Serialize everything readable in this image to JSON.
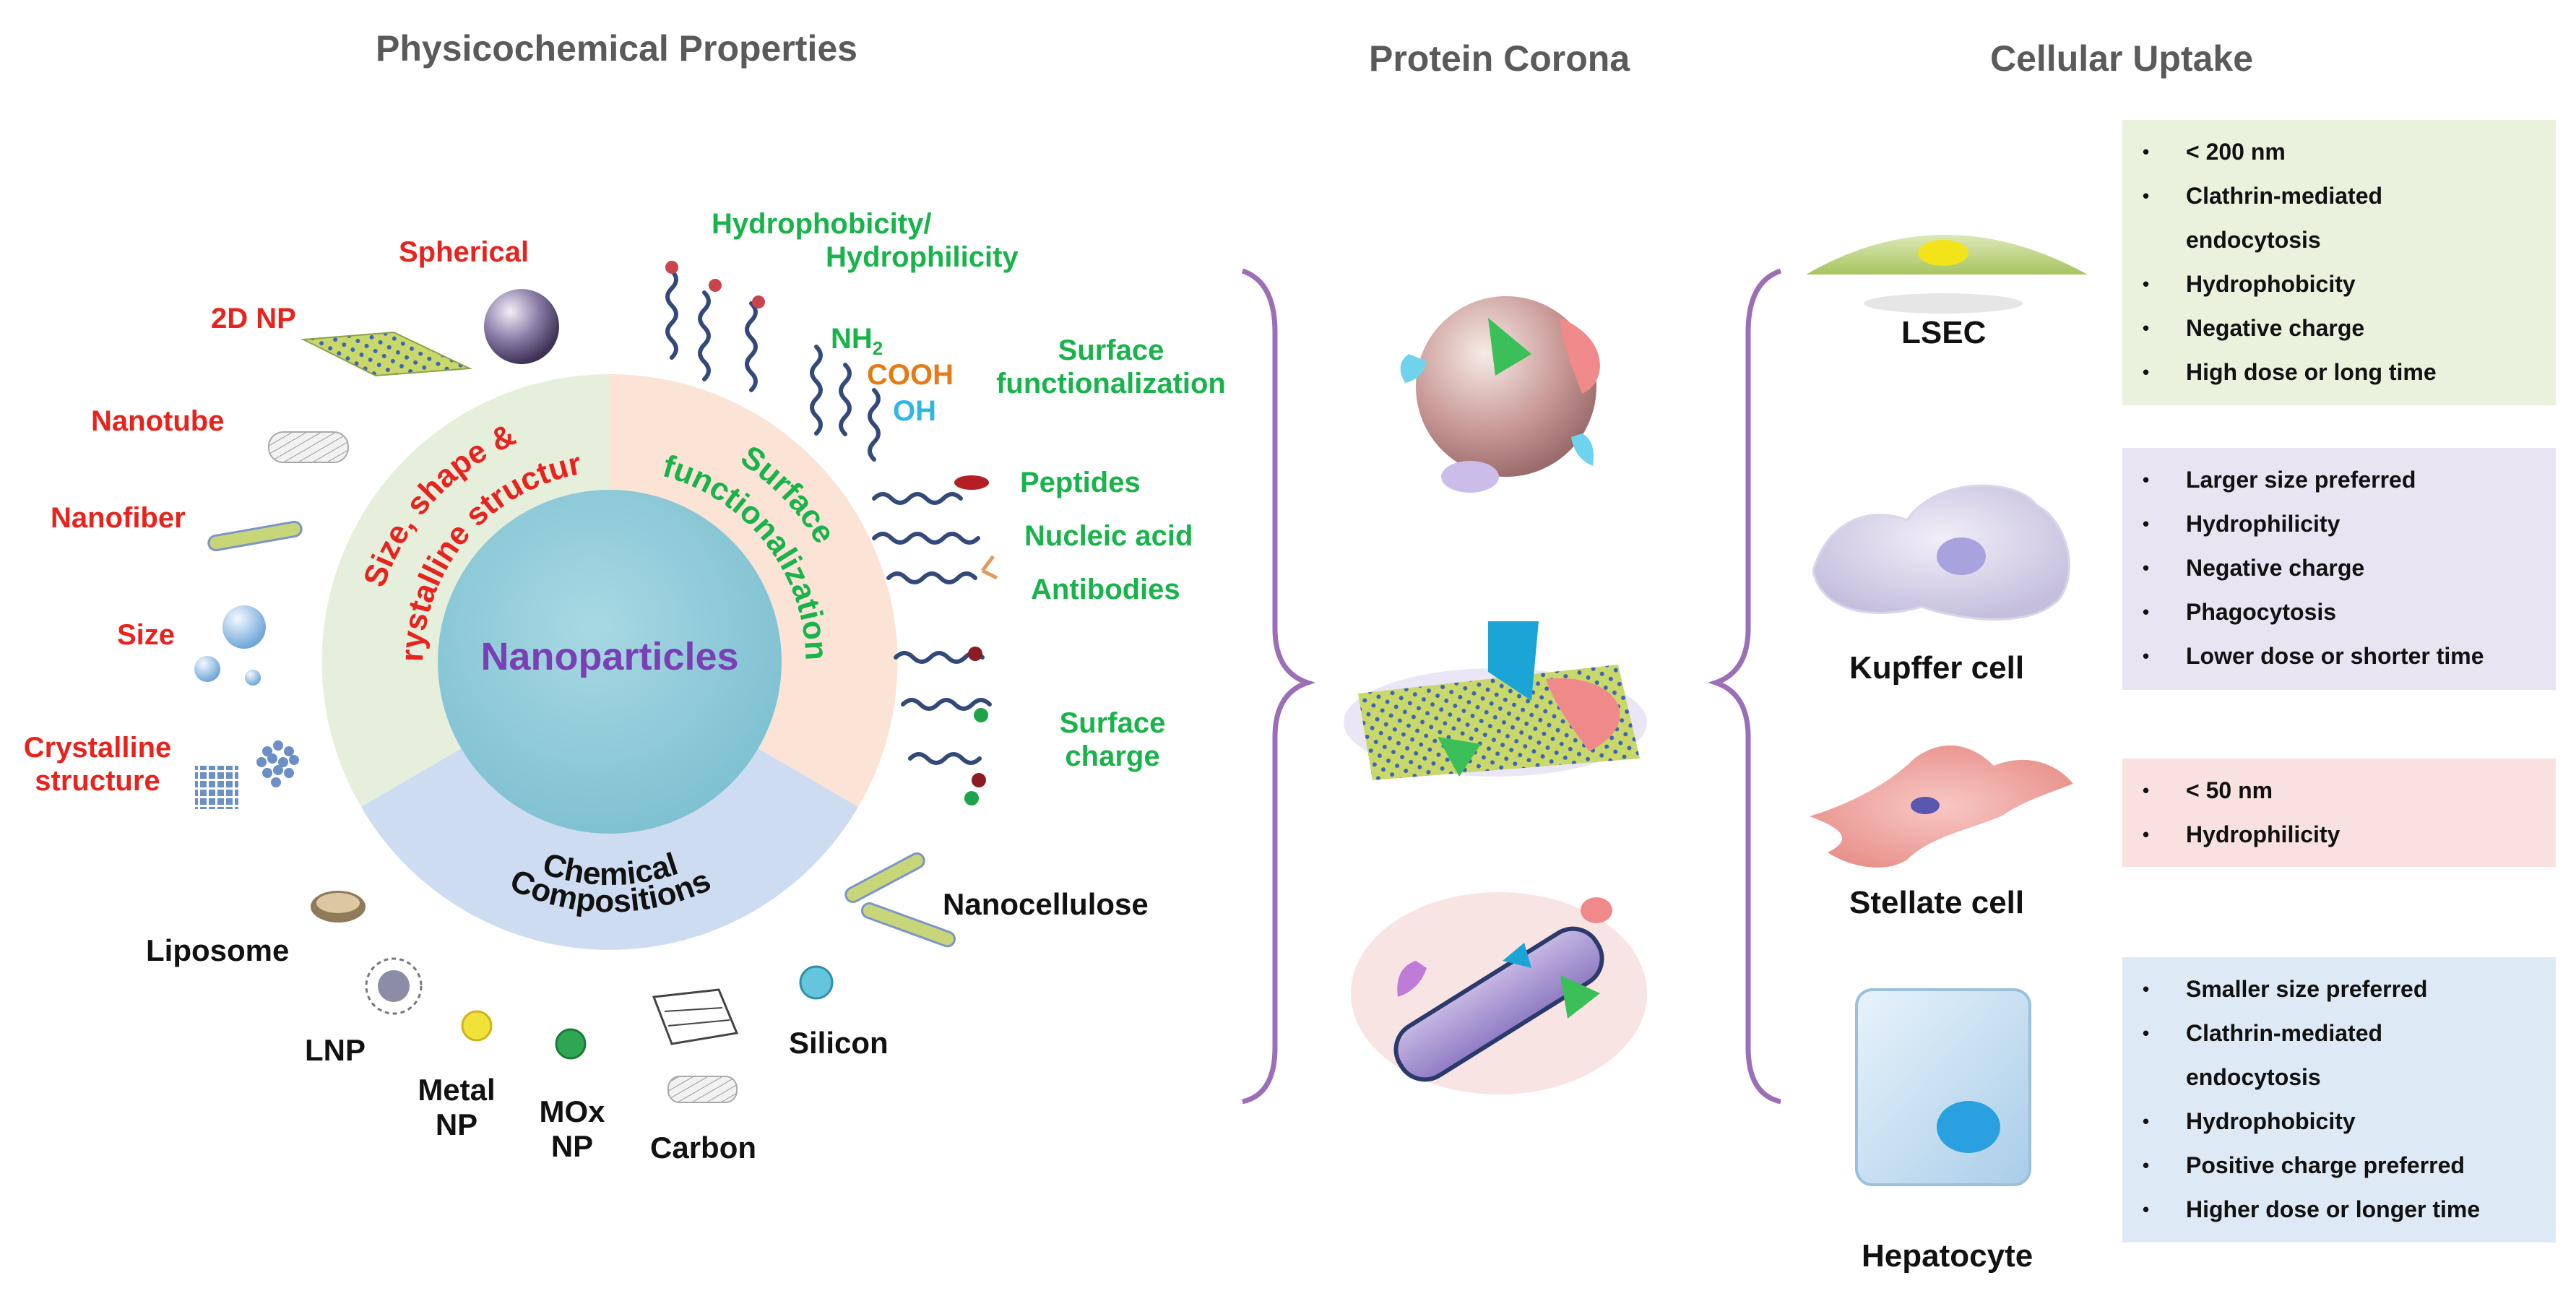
{
  "headers": {
    "physicochemical": "Physicochemical Properties",
    "protein_corona": "Protein Corona",
    "cellular_uptake": "Cellular Uptake"
  },
  "center": {
    "nanoparticles": "Nanoparticles"
  },
  "ring": {
    "size_shape_line1": "Size, shape &",
    "size_shape_line2": "crystalline structure",
    "surface_line1": "Surface",
    "surface_line2": "functionalization",
    "chemical_line1": "Chemical",
    "chemical_line2": "Compositions"
  },
  "left_labels": {
    "spherical": "Spherical",
    "np2d": "2D NP",
    "nanotube": "Nanotube",
    "nanofiber": "Nanofiber",
    "size": "Size",
    "crystalline_line1": "Crystalline",
    "crystalline_line2": "structure"
  },
  "right_labels": {
    "hydro_line1": "Hydrophobicity/",
    "hydro_line2": "Hydrophilicity",
    "nh2": "NH",
    "nh2_sub": "2",
    "cooh": "COOH",
    "oh": "OH",
    "surf_func_line1": "Surface",
    "surf_func_line2": "functionalization",
    "peptides": "Peptides",
    "nucleic_acid": "Nucleic acid",
    "antibodies": "Antibodies",
    "surf_charge_line1": "Surface",
    "surf_charge_line2": "charge"
  },
  "bottom_labels": {
    "nanocellulose": "Nanocellulose",
    "liposome": "Liposome",
    "lnp": "LNP",
    "metal_line1": "Metal",
    "metal_line2": "NP",
    "mox_line1": "MOx",
    "mox_line2": "NP",
    "carbon": "Carbon",
    "silicon": "Silicon"
  },
  "cells": [
    {
      "name": "LSEC",
      "color": "#eaf1dd",
      "items": [
        "< 200 nm",
        "Clathrin-mediated",
        "endocytosis",
        "Hydrophobicity",
        "Negative charge",
        "High dose or long time"
      ]
    },
    {
      "name": "Kupffer cell",
      "color": "#e8e4f1",
      "items": [
        "Larger size preferred",
        "Hydrophilicity",
        "Negative charge",
        "Phagocytosis",
        "Lower dose or shorter time"
      ]
    },
    {
      "name": "Stellate cell",
      "color": "#f8e1de",
      "items": [
        "< 50 nm",
        "Hydrophilicity"
      ]
    },
    {
      "name": "Hepatocyte",
      "color": "#dde9f4",
      "items": [
        "Smaller size preferred",
        "Clathrin-mediated",
        "endocytosis",
        "Hydrophobicity",
        "Positive charge preferred",
        "Higher dose or longer time"
      ]
    }
  ],
  "bullets": {
    "lsec": [
      "•",
      "•",
      "",
      "•",
      "•",
      "•"
    ],
    "kupffer": [
      "•",
      "•",
      "•",
      "•",
      "•"
    ],
    "stellate": [
      "•",
      "•"
    ],
    "hepatocyte": [
      "•",
      "•",
      "",
      "•",
      "•",
      "•"
    ]
  },
  "colors": {
    "red_label": "#e8231d",
    "green_label": "#18b34a",
    "nanoparticles_text": "#7b3fb5",
    "ring_green": "#e6eedc",
    "ring_peach": "#fbe3d6",
    "ring_blue": "#cddcf0",
    "core": "#8fcad8",
    "brace": "#9b6fb8"
  },
  "icons": {
    "sphere": "purple-sphere-icon",
    "sheet": "2d-sheet-icon",
    "tube": "nanotube-icon",
    "fiber": "nanofiber-icon",
    "size_balls": "size-spheres-icon",
    "crystal": "crystal-lattice-icon",
    "polymer_chains": "wavy-chain-icon",
    "liposome": "liposome-icon",
    "lnp": "lnp-icon",
    "metal": "metal-np-icon",
    "mox": "mox-np-icon",
    "carbon": "carbon-icon",
    "silicon": "silicon-icon",
    "nanocellulose": "nanocellulose-icon",
    "corona_sphere": "corona-sphere-icon",
    "corona_sheet": "corona-sheet-icon",
    "corona_rod": "corona-rod-icon",
    "lsec_cell": "lsec-cell-icon",
    "kupffer_cell": "kupffer-cell-icon",
    "stellate_cell": "stellate-cell-icon",
    "hepatocyte_cell": "hepatocyte-cell-icon"
  }
}
